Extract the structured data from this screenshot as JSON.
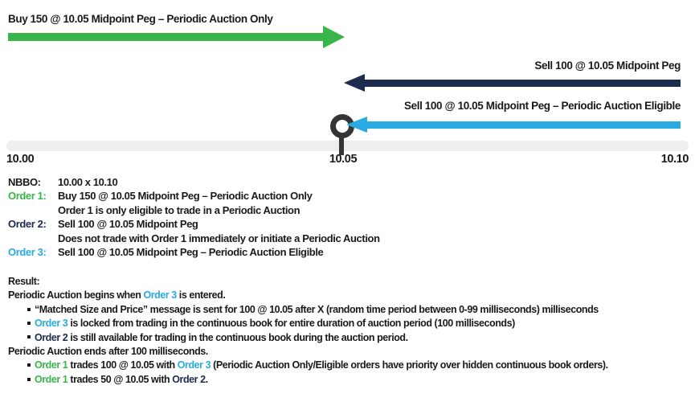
{
  "colors": {
    "green": "#39b54a",
    "navy": "#1d2b4f",
    "blue": "#29abe2",
    "black": "#1a1a1a",
    "track": "#eeeef0",
    "ring": "#353535"
  },
  "diagram": {
    "order1_arrow_label": "Buy 150 @ 10.05 Midpoint Peg – Periodic Auction Only",
    "order2_arrow_label": "Sell 100 @ 10.05 Midpoint Peg",
    "order3_arrow_label": "Sell 100 @ 10.05 Midpoint Peg – Periodic Auction Eligible",
    "axis": {
      "left": "10.00",
      "mid": "10.05",
      "right": "10.10"
    }
  },
  "details": {
    "rows": [
      {
        "label": "NBBO:",
        "label_color": "black",
        "lines": [
          [
            {
              "t": "10.00 x 10.10",
              "c": "black"
            }
          ]
        ]
      },
      {
        "label": "Order 1:",
        "label_color": "green",
        "lines": [
          [
            {
              "t": "Buy 150 @ 10.05 Midpoint Peg – Periodic Auction Only",
              "c": "black"
            }
          ],
          [
            {
              "t": "Order 1 is only eligible to trade in a Periodic Auction",
              "c": "black"
            }
          ]
        ]
      },
      {
        "label": "Order 2:",
        "label_color": "navy",
        "lines": [
          [
            {
              "t": "Sell 100 @ 10.05 Midpoint Peg",
              "c": "black"
            }
          ],
          [
            {
              "t": "Does not trade with Order 1 immediately or initiate a Periodic Auction",
              "c": "black"
            }
          ]
        ]
      },
      {
        "label": "Order 3:",
        "label_color": "blue",
        "lines": [
          [
            {
              "t": "Sell 100 @ 10.05 Midpoint Peg – Periodic Auction Eligible",
              "c": "black"
            }
          ]
        ]
      }
    ]
  },
  "result": {
    "heading": "Result:",
    "lines": [
      {
        "indent": 0,
        "bullet": false,
        "segments": [
          {
            "t": "Periodic Auction begins when ",
            "c": "black"
          },
          {
            "t": "Order 3",
            "c": "blue"
          },
          {
            "t": " is entered.",
            "c": "black"
          }
        ]
      },
      {
        "indent": 1,
        "bullet": true,
        "segments": [
          {
            "t": "“Matched Size and Price” message is sent for 100 @ 10.05 after X (random time period between 0-99 milliseconds) milliseconds",
            "c": "black"
          }
        ]
      },
      {
        "indent": 1,
        "bullet": true,
        "segments": [
          {
            "t": "Order 3",
            "c": "blue"
          },
          {
            "t": " is locked from trading in the continuous book for entire duration of auction period (100 milliseconds)",
            "c": "black"
          }
        ]
      },
      {
        "indent": 1,
        "bullet": true,
        "segments": [
          {
            "t": "Order 2",
            "c": "navy"
          },
          {
            "t": " is still available for trading in the continuous book during the auction period.",
            "c": "black"
          }
        ]
      },
      {
        "indent": 0,
        "bullet": false,
        "segments": [
          {
            "t": "Periodic Auction ends after 100 milliseconds.",
            "c": "black"
          }
        ]
      },
      {
        "indent": 1,
        "bullet": true,
        "segments": [
          {
            "t": "Order 1",
            "c": "green"
          },
          {
            "t": " trades 100 @ 10.05 with ",
            "c": "black"
          },
          {
            "t": "Order 3",
            "c": "blue"
          },
          {
            "t": " (Periodic Auction Only/Eligible orders have priority over hidden continuous book orders).",
            "c": "black"
          }
        ]
      },
      {
        "indent": 1,
        "bullet": true,
        "segments": [
          {
            "t": "Order 1",
            "c": "green"
          },
          {
            "t": " trades 50 @ 10.05 with ",
            "c": "black"
          },
          {
            "t": "Order 2",
            "c": "navy"
          },
          {
            "t": ".",
            "c": "black"
          }
        ]
      }
    ]
  }
}
